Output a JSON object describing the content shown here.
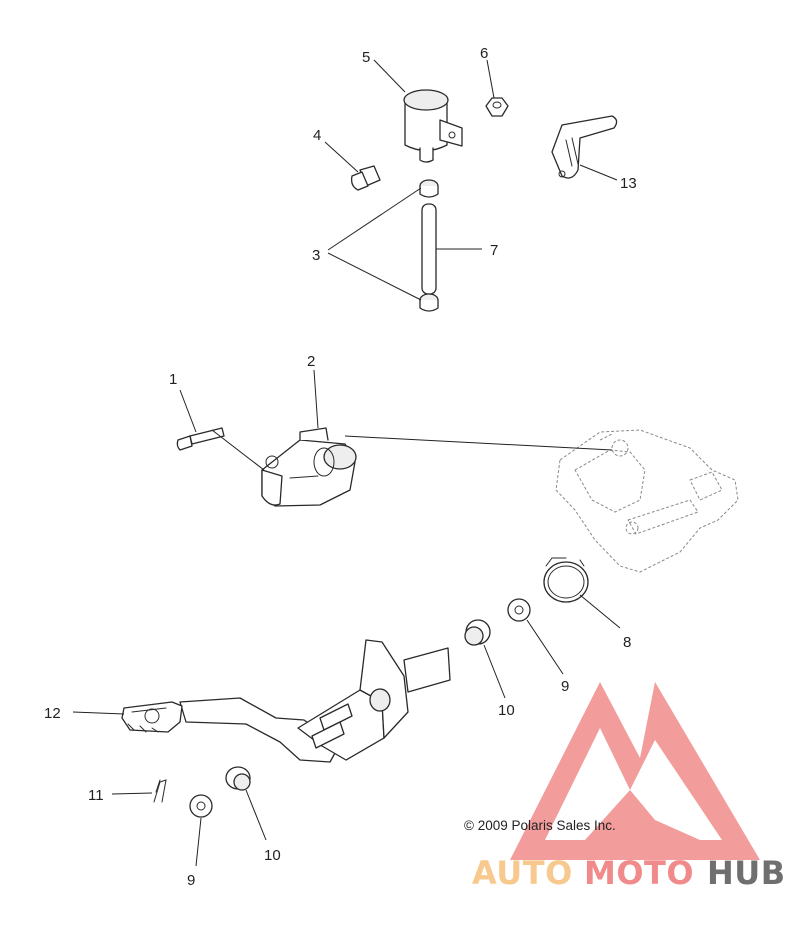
{
  "callouts": {
    "c1": "1",
    "c2": "2",
    "c3": "3",
    "c4": "4",
    "c5": "5",
    "c6": "6",
    "c7": "7",
    "c8": "8",
    "c9a": "9",
    "c9b": "9",
    "c10a": "10",
    "c10b": "10",
    "c11": "11",
    "c12": "12",
    "c13": "13"
  },
  "copyright": "© 2009 Polaris Sales Inc.",
  "watermark": {
    "part1": "AUTO",
    "part2": "MOTO",
    "part3": "HUB",
    "colors": {
      "light": "#f7c98f",
      "red": "#f18a8a",
      "gray": "#6f6f6f"
    }
  }
}
